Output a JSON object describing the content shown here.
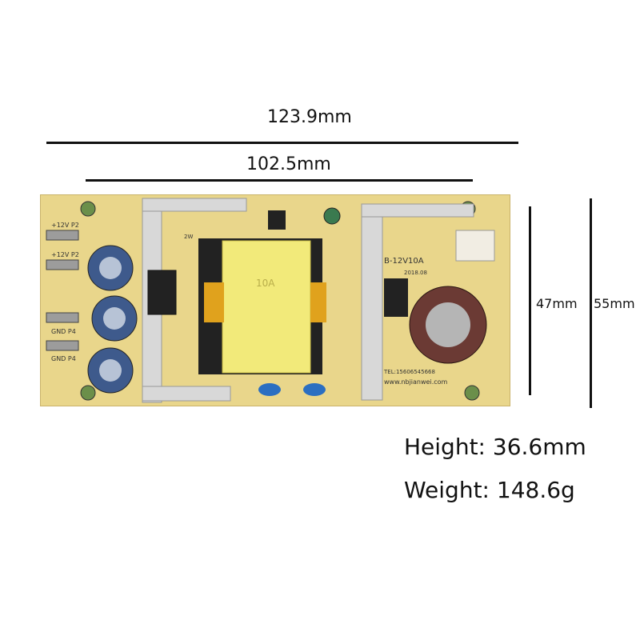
{
  "dimensions": {
    "outer_width": "123.9mm",
    "inner_width": "102.5mm",
    "board_height": "47mm",
    "outer_height": "55mm"
  },
  "specs": {
    "height": "Height: 36.6mm",
    "weight": "Weight: 148.6g"
  },
  "board": {
    "labels": {
      "p2a": "+12V P2",
      "p2b": "+12V P2",
      "p4a": "GND P4",
      "p4b": "GND P4",
      "model": "B-12V10A",
      "date": "2018.08",
      "tel": "TEL:15606545668",
      "web": "www.nbjianwei.com",
      "transformer": "10A",
      "resistor": "2W"
    }
  },
  "colors": {
    "pcb": "#e9d68b",
    "pcb_edge": "#c9b36a",
    "transformer": "#f2ea7a",
    "heatsink": "#d8d8d8",
    "cap_blue": "#3e5a8c",
    "cap_brown": "#6b3a34"
  }
}
